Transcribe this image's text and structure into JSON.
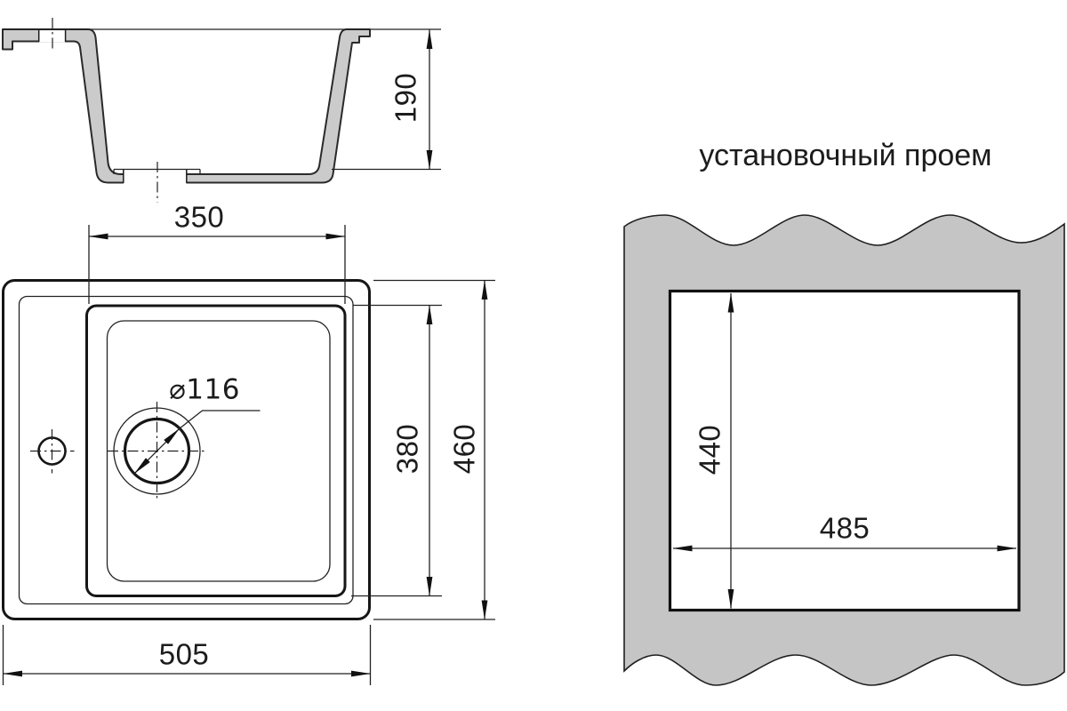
{
  "cutout_view": {
    "title": "установочный проем",
    "height_label": "440",
    "width_label": "485"
  },
  "section_view": {
    "depth_label": "190"
  },
  "top_view": {
    "bowl_width_label": "350",
    "overall_width_label": "505",
    "bowl_length_label": "380",
    "overall_length_label": "460",
    "drain_diameter_label": "⌀116"
  },
  "colors": {
    "background": "#ffffff",
    "line": "#1c1c1c",
    "material_fill": "#c5c5c5"
  }
}
